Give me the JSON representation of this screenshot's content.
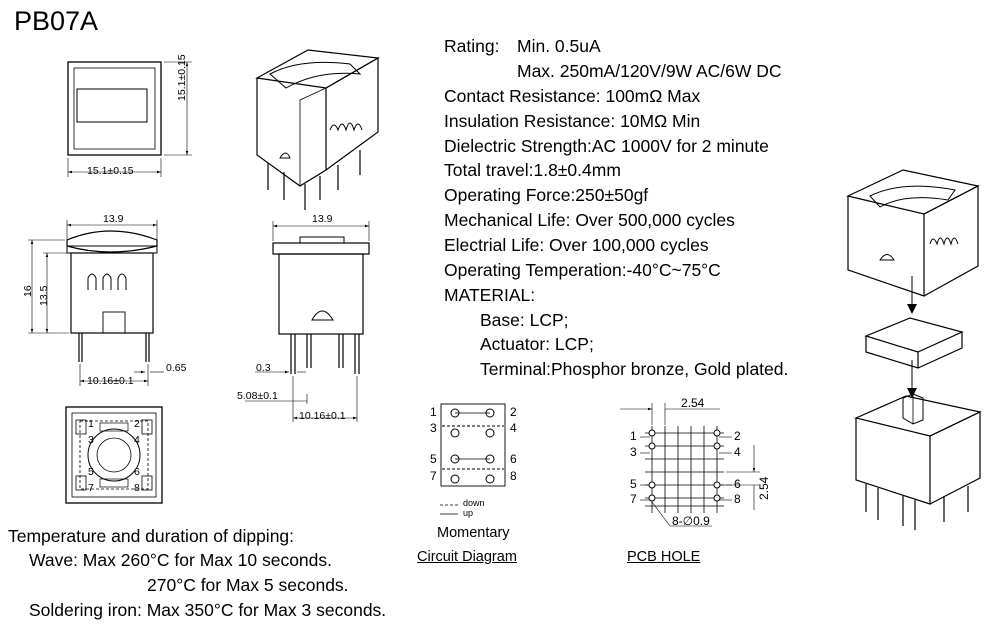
{
  "title": "PB07A",
  "specs": {
    "rating_label": "Rating:",
    "rating_min": "Min. 0.5uA",
    "rating_max": "Max. 250mA/120V/9W AC/6W DC",
    "contact_resistance": "Contact Resistance: 100mΩ Max",
    "insulation_resistance": "Insulation Resistance: 10MΩ  Min",
    "dielectric_strength": "Dielectric Strength:AC 1000V for 2 minute",
    "total_travel": "Total travel:1.8±0.4mm",
    "operating_force": "Operating Force:250±50gf",
    "mechanical_life": "Mechanical Life: Over 500,000 cycles",
    "electrical_life": "Electrial Life: Over 100,000 cycles",
    "operating_temperature": "Operating Temperation:-40°C~75°C",
    "material_label": "MATERIAL:",
    "material_base": "Base:  LCP;",
    "material_actuator": "Actuator: LCP;",
    "material_terminal": "Terminal:Phosphor bronze, Gold plated."
  },
  "dipping": {
    "heading": "Temperature and duration of dipping:",
    "wave_1": "Wave:  Max 260°C  for Max 10 seconds.",
    "wave_2": "270°C for  Max 5 seconds.",
    "iron": "Soldering iron:  Max 350°C for  Max 3 seconds."
  },
  "dimensions": {
    "top_width": "15.1±0.15",
    "top_height": "15.1±0.15",
    "front_width": "13.9",
    "front_total_height": "16",
    "front_body_height": "13.5",
    "front_pin_pitch": "10.16±0.1",
    "front_pin_thickness": "0.65",
    "side_width": "13.9",
    "side_pin_thickness": "0.3",
    "side_pin_spacing": "5.08±0.1",
    "side_pin_pitch": "10.16±0.1"
  },
  "circuit": {
    "pins_left": [
      "1",
      "3",
      "5",
      "7"
    ],
    "pins_right": [
      "2",
      "4",
      "6",
      "8"
    ],
    "legend_down": "down",
    "legend_up": "up",
    "mode": "Momentary",
    "caption": "Circuit Diagram"
  },
  "pcb": {
    "pins_left": [
      "1",
      "3",
      "5",
      "7"
    ],
    "pins_right": [
      "2",
      "4",
      "6",
      "8"
    ],
    "pitch_h": "2.54",
    "pitch_v": "2.54",
    "hole": "8-∅0.9",
    "caption": "PCB HOLE"
  }
}
